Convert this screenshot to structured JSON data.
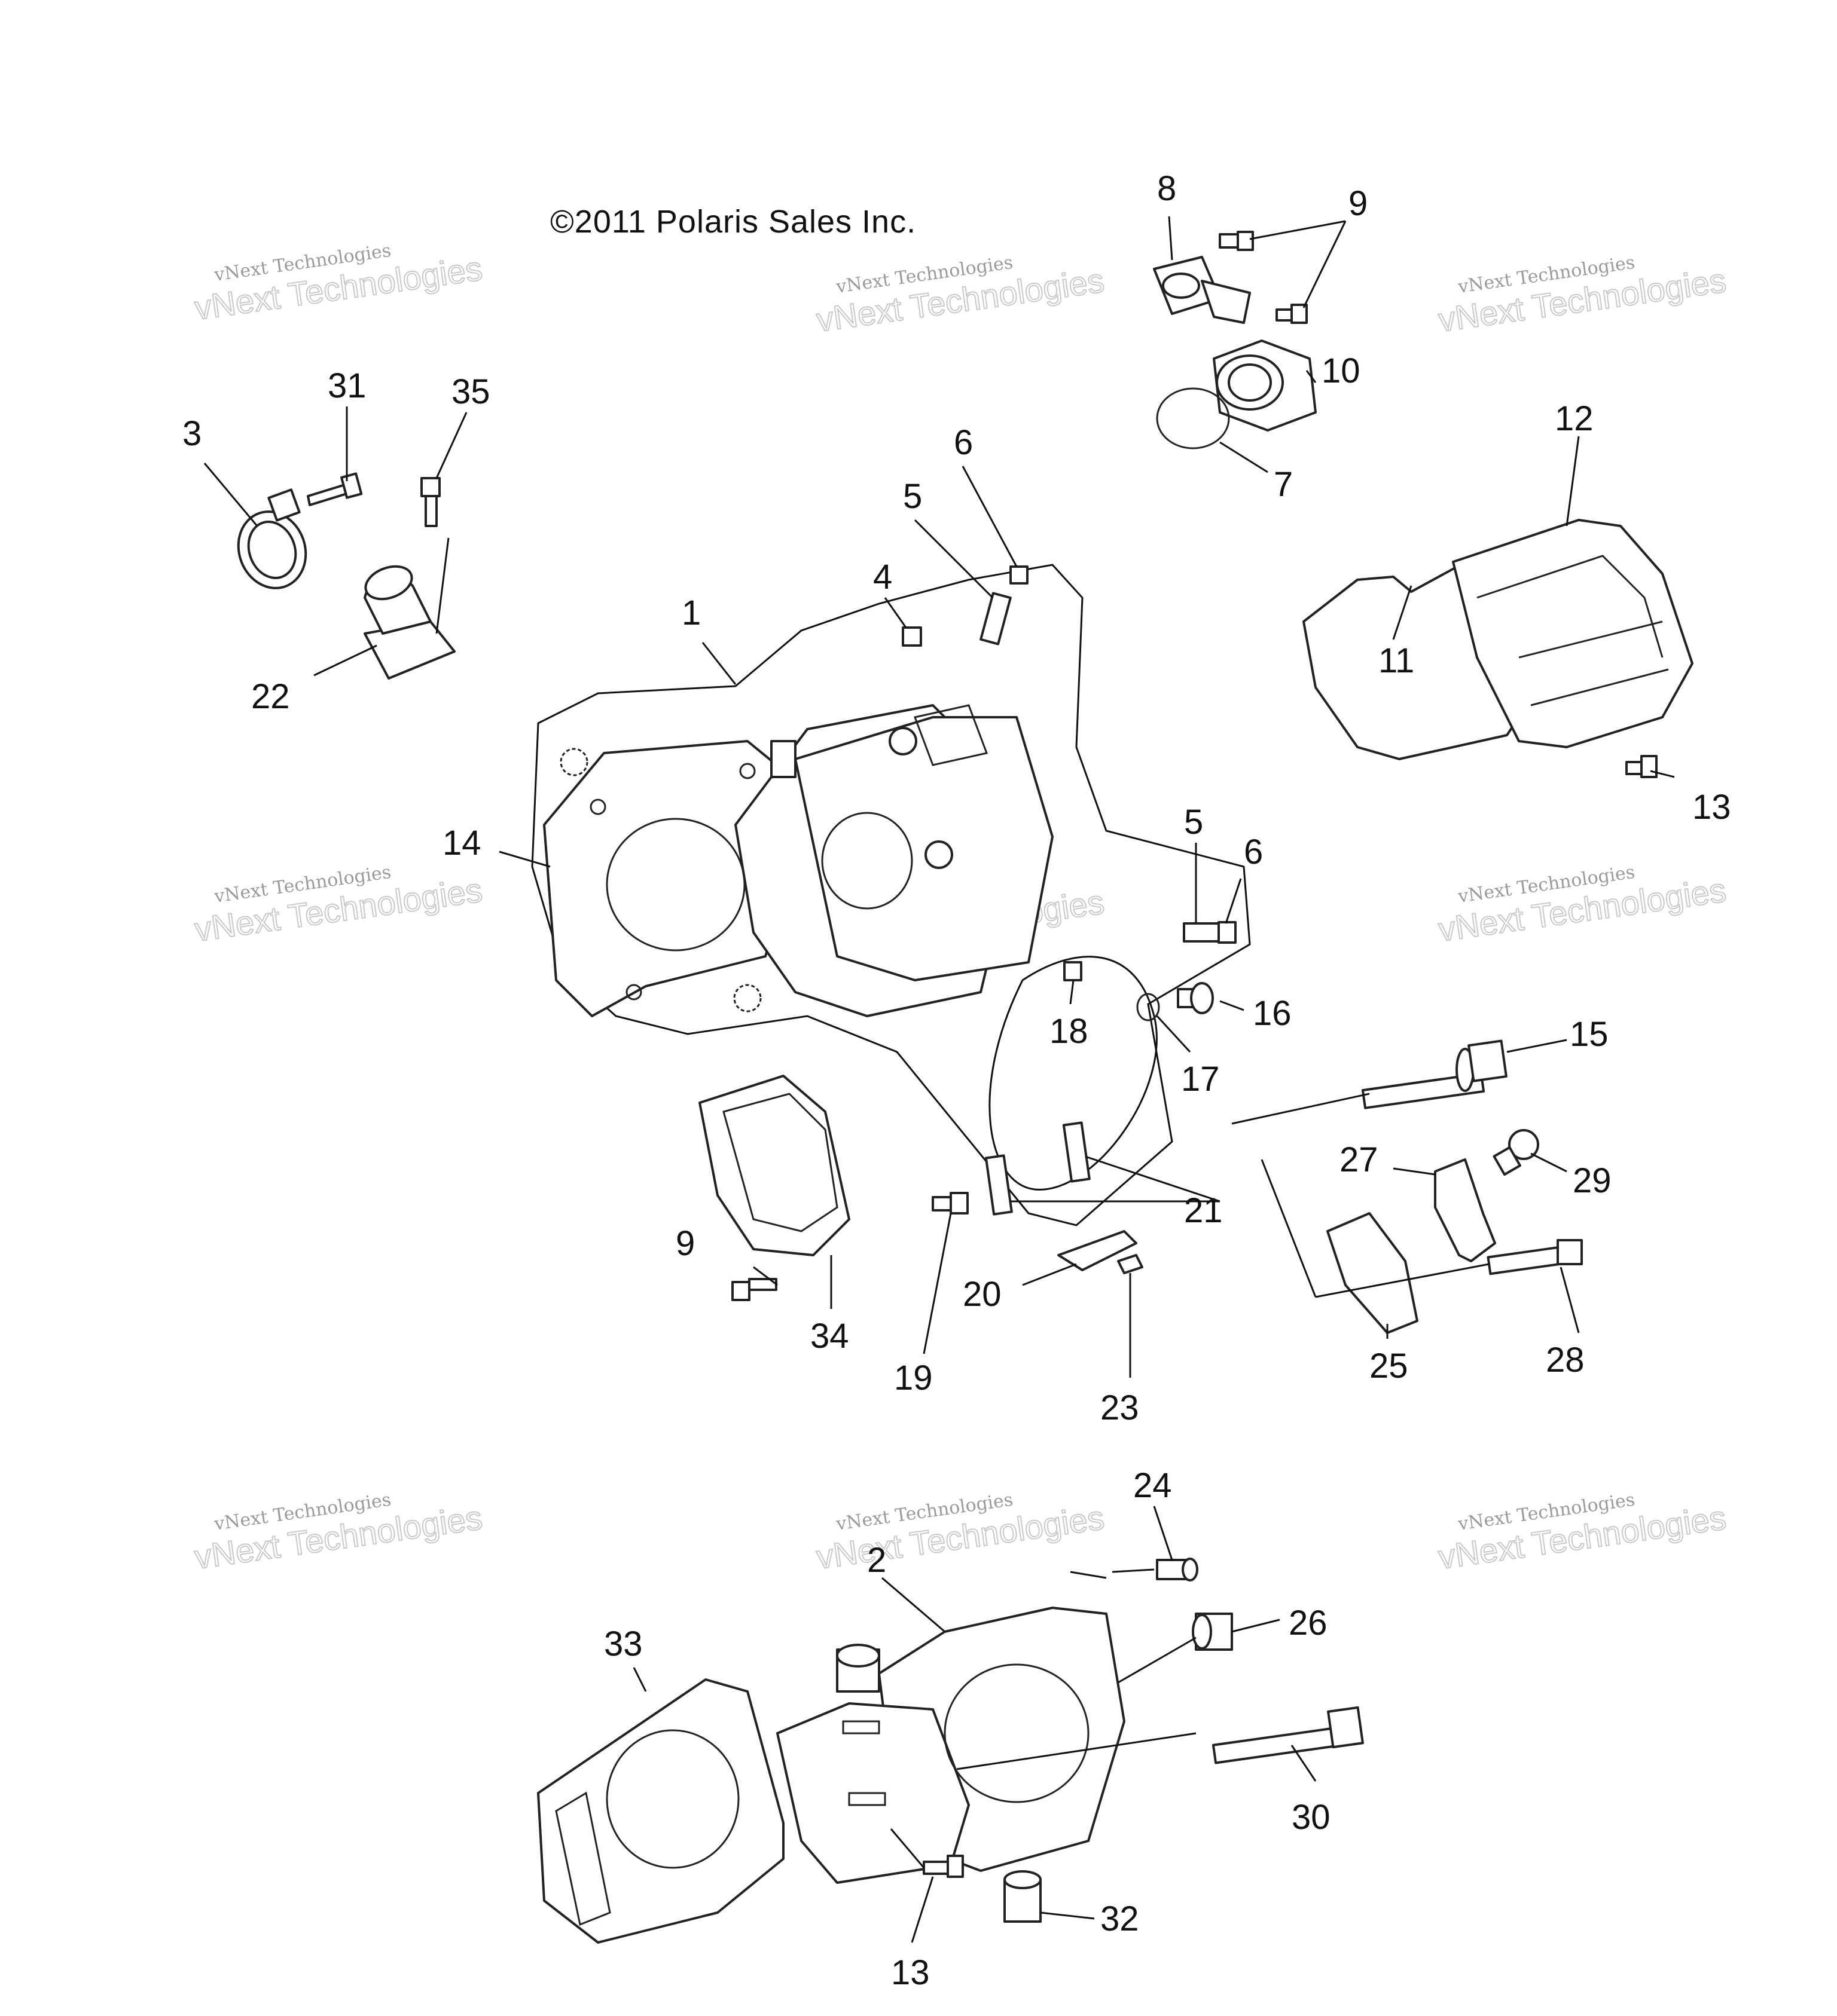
{
  "copyright": "©2011 Polaris Sales Inc.",
  "watermark": {
    "line1": "vNext Technologies",
    "line2": "vNext Technologies"
  },
  "callouts": [
    "1",
    "2",
    "3",
    "4",
    "5",
    "5",
    "6",
    "6",
    "7",
    "8",
    "9",
    "9",
    "10",
    "11",
    "12",
    "13",
    "13",
    "14",
    "15",
    "16",
    "17",
    "18",
    "19",
    "20",
    "21",
    "22",
    "23",
    "24",
    "25",
    "26",
    "27",
    "28",
    "29",
    "30",
    "31",
    "32",
    "33",
    "34",
    "35"
  ]
}
